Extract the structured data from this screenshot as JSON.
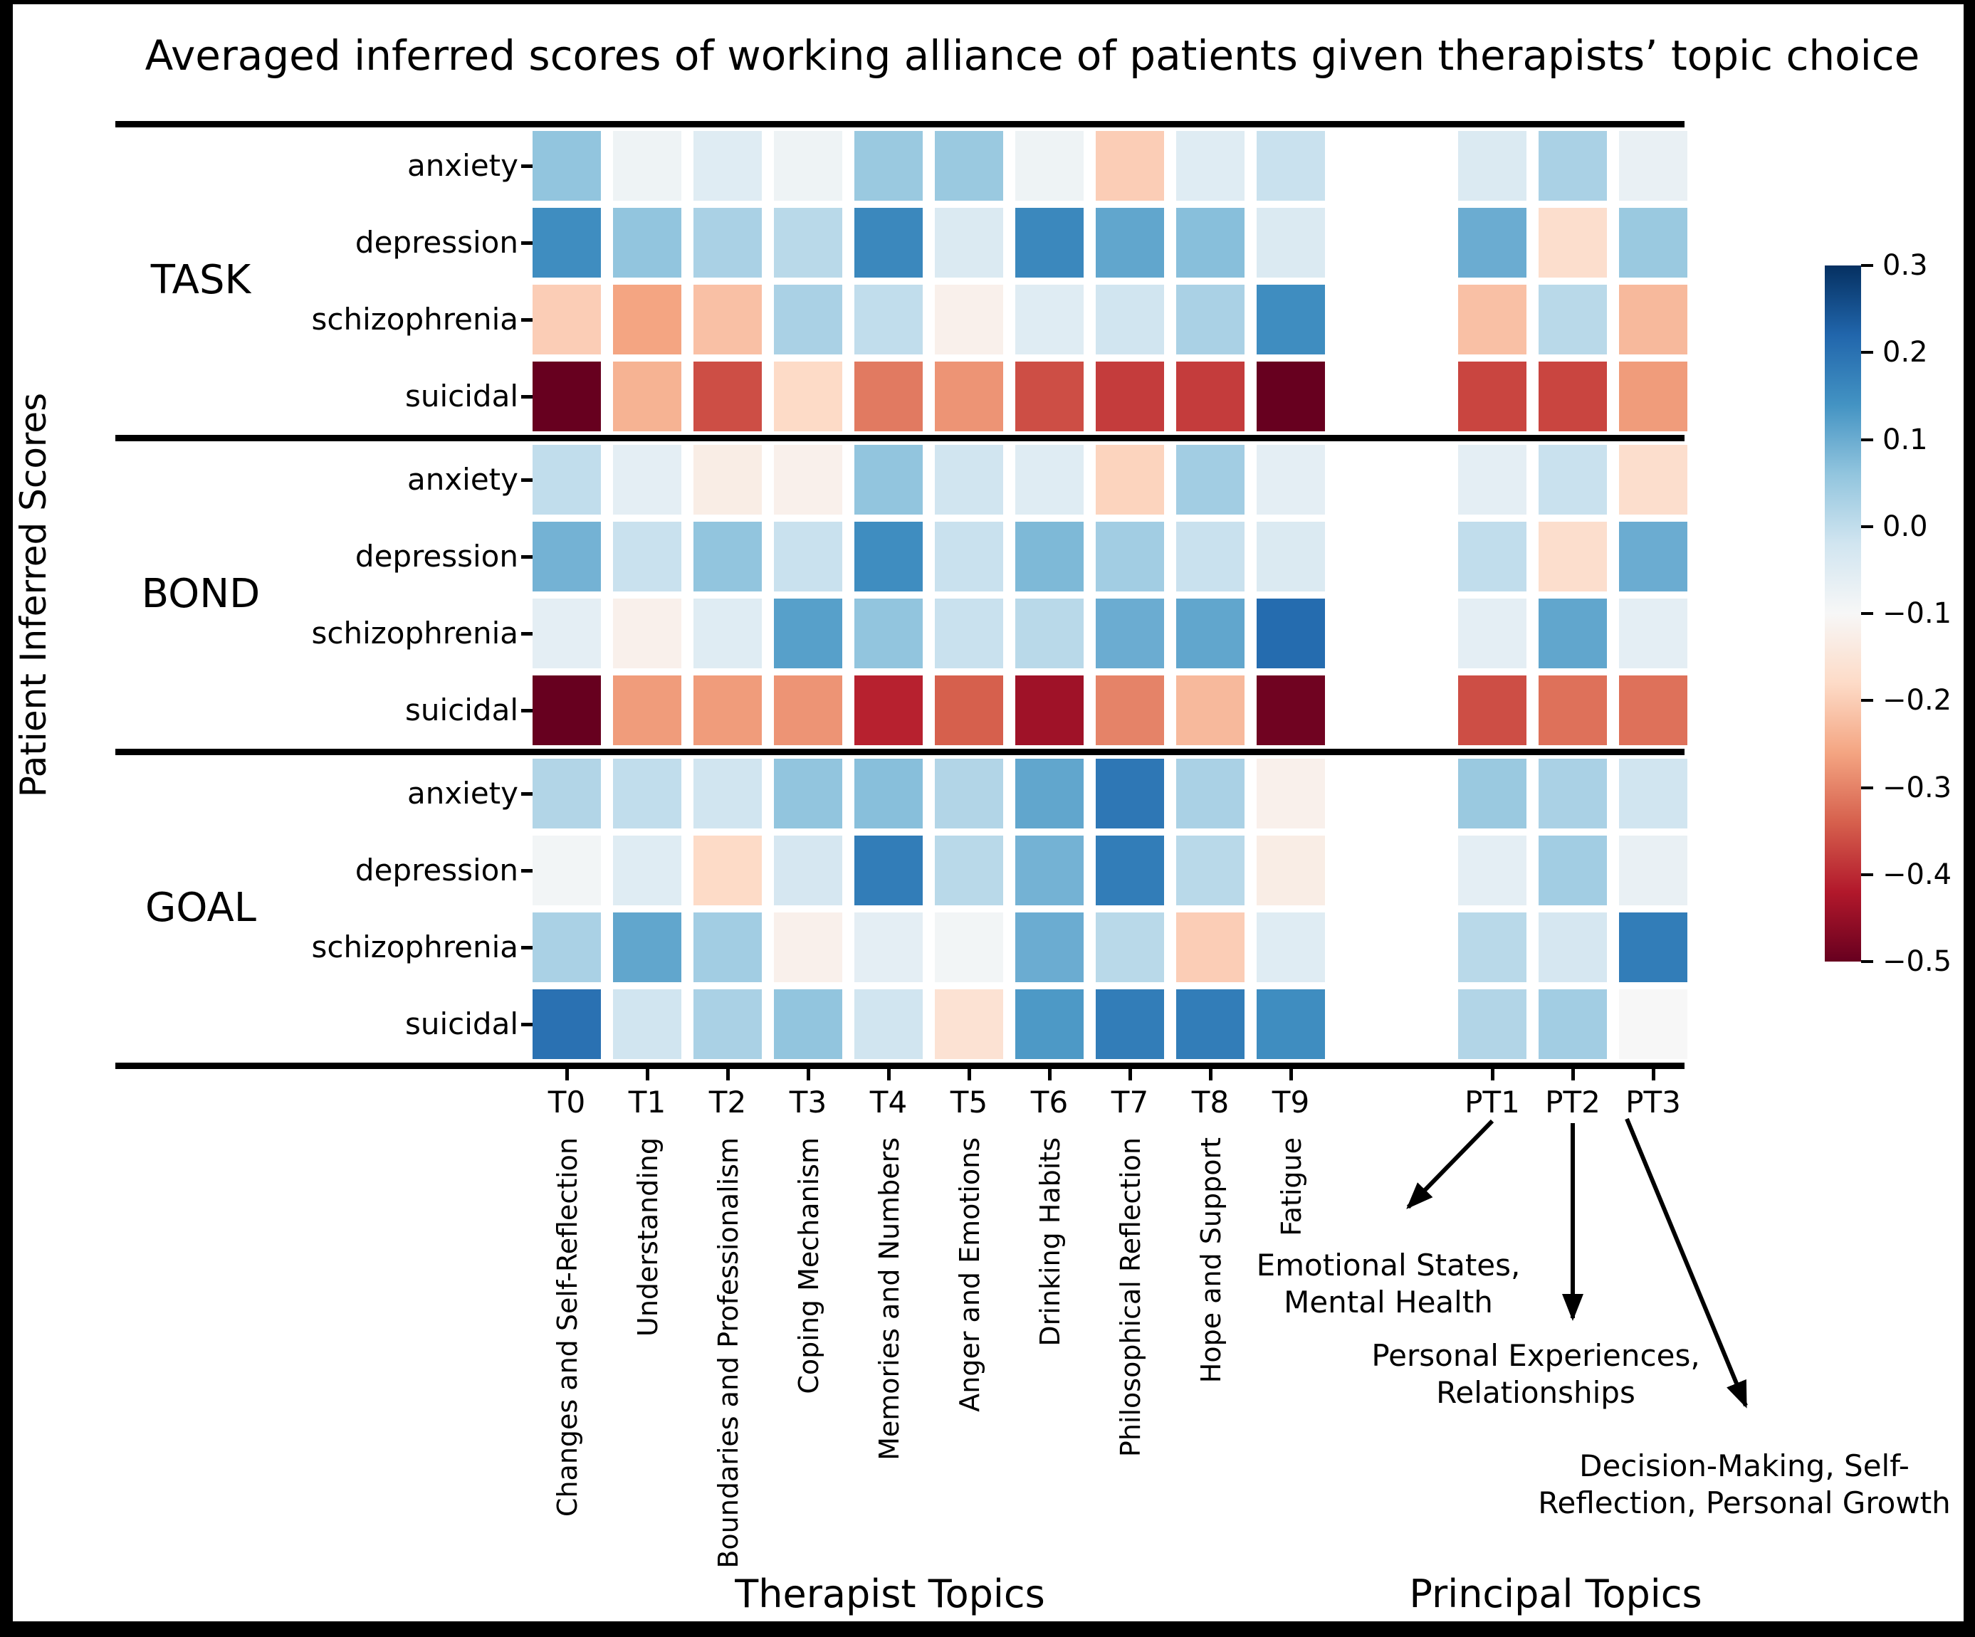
{
  "chart_data": {
    "type": "heatmap",
    "title": "Averaged inferred scores of working alliance of patients given therapists’ topic choice",
    "ylabel": "Patient Inferred Scores",
    "x_axis_titles": [
      "Therapist Topics",
      "Principal Topics"
    ],
    "row_groups": [
      "TASK",
      "BOND",
      "GOAL"
    ],
    "row_labels": [
      "anxiety",
      "depression",
      "schizophrenia",
      "suicidal"
    ],
    "columns": [
      {
        "id": "T0",
        "topic": "Changes and Self-Reflection"
      },
      {
        "id": "T1",
        "topic": "Understanding"
      },
      {
        "id": "T2",
        "topic": "Boundaries and Professionalism"
      },
      {
        "id": "T3",
        "topic": "Coping Mechanism"
      },
      {
        "id": "T4",
        "topic": "Memories and Numbers"
      },
      {
        "id": "T5",
        "topic": "Anger and Emotions"
      },
      {
        "id": "T6",
        "topic": "Drinking Habits"
      },
      {
        "id": "T7",
        "topic": "Philosophical Reflection"
      },
      {
        "id": "T8",
        "topic": "Hope and Support"
      },
      {
        "id": "T9",
        "topic": "Fatigue"
      },
      {
        "id": "PT1",
        "topic": ""
      },
      {
        "id": "PT2",
        "topic": ""
      },
      {
        "id": "PT3",
        "topic": ""
      }
    ],
    "rows": [
      {
        "group": "TASK",
        "label": "anxiety",
        "values": [
          0.06,
          -0.08,
          -0.05,
          -0.08,
          0.05,
          0.05,
          -0.08,
          -0.2,
          -0.05,
          -0.01,
          -0.04,
          0.03,
          -0.07
        ]
      },
      {
        "group": "TASK",
        "label": "depression",
        "values": [
          0.15,
          0.06,
          0.03,
          0.01,
          0.16,
          -0.04,
          0.16,
          0.11,
          0.07,
          -0.04,
          0.1,
          -0.17,
          0.05
        ]
      },
      {
        "group": "TASK",
        "label": "schizophrenia",
        "values": [
          -0.2,
          -0.26,
          -0.22,
          0.03,
          0.0,
          -0.12,
          -0.05,
          -0.02,
          0.03,
          0.15,
          -0.22,
          0.01,
          -0.23
        ]
      },
      {
        "group": "TASK",
        "label": "suicidal",
        "values": [
          -0.5,
          -0.24,
          -0.36,
          -0.18,
          -0.31,
          -0.28,
          -0.36,
          -0.38,
          -0.38,
          -0.5,
          -0.37,
          -0.37,
          -0.27
        ]
      },
      {
        "group": "BOND",
        "label": "anxiety",
        "values": [
          0.0,
          -0.06,
          -0.13,
          -0.12,
          0.06,
          -0.02,
          -0.05,
          -0.19,
          0.04,
          -0.06,
          -0.06,
          -0.01,
          -0.17
        ]
      },
      {
        "group": "BOND",
        "label": "depression",
        "values": [
          0.09,
          -0.01,
          0.06,
          -0.01,
          0.15,
          -0.01,
          0.08,
          0.04,
          -0.01,
          -0.04,
          0.0,
          -0.17,
          0.1
        ]
      },
      {
        "group": "BOND",
        "label": "schizophrenia",
        "values": [
          -0.06,
          -0.12,
          -0.05,
          0.12,
          0.06,
          -0.01,
          0.01,
          0.1,
          0.11,
          0.21,
          -0.06,
          0.11,
          -0.06
        ]
      },
      {
        "group": "BOND",
        "label": "suicidal",
        "values": [
          -0.5,
          -0.27,
          -0.27,
          -0.28,
          -0.41,
          -0.34,
          -0.44,
          -0.3,
          -0.23,
          -0.49,
          -0.36,
          -0.32,
          -0.32
        ]
      },
      {
        "group": "GOAL",
        "label": "anxiety",
        "values": [
          0.02,
          0.0,
          -0.02,
          0.06,
          0.07,
          0.02,
          0.11,
          0.19,
          0.03,
          -0.12,
          0.05,
          0.03,
          -0.02
        ]
      },
      {
        "group": "GOAL",
        "label": "depression",
        "values": [
          -0.09,
          -0.05,
          -0.18,
          -0.03,
          0.18,
          0.01,
          0.09,
          0.18,
          0.01,
          -0.13,
          -0.06,
          0.04,
          -0.07
        ]
      },
      {
        "group": "GOAL",
        "label": "schizophrenia",
        "values": [
          0.03,
          0.11,
          0.04,
          -0.12,
          -0.06,
          -0.09,
          0.1,
          0.01,
          -0.2,
          -0.05,
          0.01,
          -0.03,
          0.18
        ]
      },
      {
        "group": "GOAL",
        "label": "suicidal",
        "values": [
          0.2,
          -0.02,
          0.03,
          0.06,
          -0.02,
          -0.16,
          0.13,
          0.18,
          0.18,
          0.15,
          0.02,
          0.04,
          -0.1
        ]
      }
    ],
    "colorbar": {
      "vmin": -0.5,
      "vmax": 0.3,
      "tick_labels": [
        "0.3",
        "0.2",
        "0.1",
        "0.0",
        "−0.1",
        "−0.2",
        "−0.3",
        "−0.4",
        "−0.5"
      ],
      "colormap": "RdBu",
      "colormap_stops": [
        "#67001f",
        "#b2182b",
        "#d6604d",
        "#f4a582",
        "#fddbc7",
        "#f7f7f7",
        "#d1e5f0",
        "#92c5de",
        "#4393c3",
        "#2166ac",
        "#053061"
      ]
    },
    "pt_annotations": [
      {
        "column": "PT1",
        "lines": [
          "Emotional States,",
          "Mental Health"
        ]
      },
      {
        "column": "PT2",
        "lines": [
          "Personal Experiences,",
          "Relationships"
        ]
      },
      {
        "column": "PT3",
        "lines": [
          "Decision-Making, Self-",
          "Reflection, Personal Growth"
        ]
      }
    ],
    "grid": false,
    "legend_position": "right-colorbar"
  }
}
